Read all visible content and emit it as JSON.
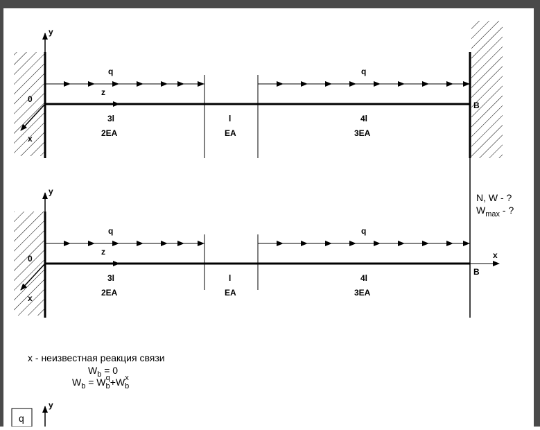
{
  "colors": {
    "frame": "#4a4a4a",
    "ink": "#000000",
    "background": "#ffffff"
  },
  "diagram1": {
    "y_axis": "y",
    "x_axis": "x",
    "origin": "0",
    "z_axis": "z",
    "end_label": "B",
    "segments": [
      {
        "length": "3l",
        "stiffness": "2EA",
        "load": "q"
      },
      {
        "length": "l",
        "stiffness": "EA"
      },
      {
        "length": "4l",
        "stiffness": "3EA",
        "load": "q"
      }
    ]
  },
  "diagram2": {
    "y_axis": "y",
    "x_axis_left": "x",
    "x_axis_right": "x",
    "origin": "0",
    "z_axis": "z",
    "end_label": "B",
    "segments": [
      {
        "length": "3l",
        "stiffness": "2EA",
        "load": "q"
      },
      {
        "length": "l",
        "stiffness": "EA"
      },
      {
        "length": "4l",
        "stiffness": "3EA",
        "load": "q"
      }
    ]
  },
  "question": {
    "line1": "N, W - ?",
    "line2_main": "W",
    "line2_sub": "max",
    "line2_rest": " - ?"
  },
  "notes": {
    "reaction_text": "x - неизвестная реакция связи",
    "eq1": {
      "main": "W",
      "sub": "b",
      "rest": " = 0"
    },
    "eq2": {
      "main": "W",
      "sub": "b",
      "eq": " = W",
      "sub2": "b",
      "sup2": "q",
      "plus": "+W",
      "sub3": "b",
      "sup3": "x"
    }
  },
  "diagram3": {
    "load": "q",
    "y_axis": "y"
  }
}
